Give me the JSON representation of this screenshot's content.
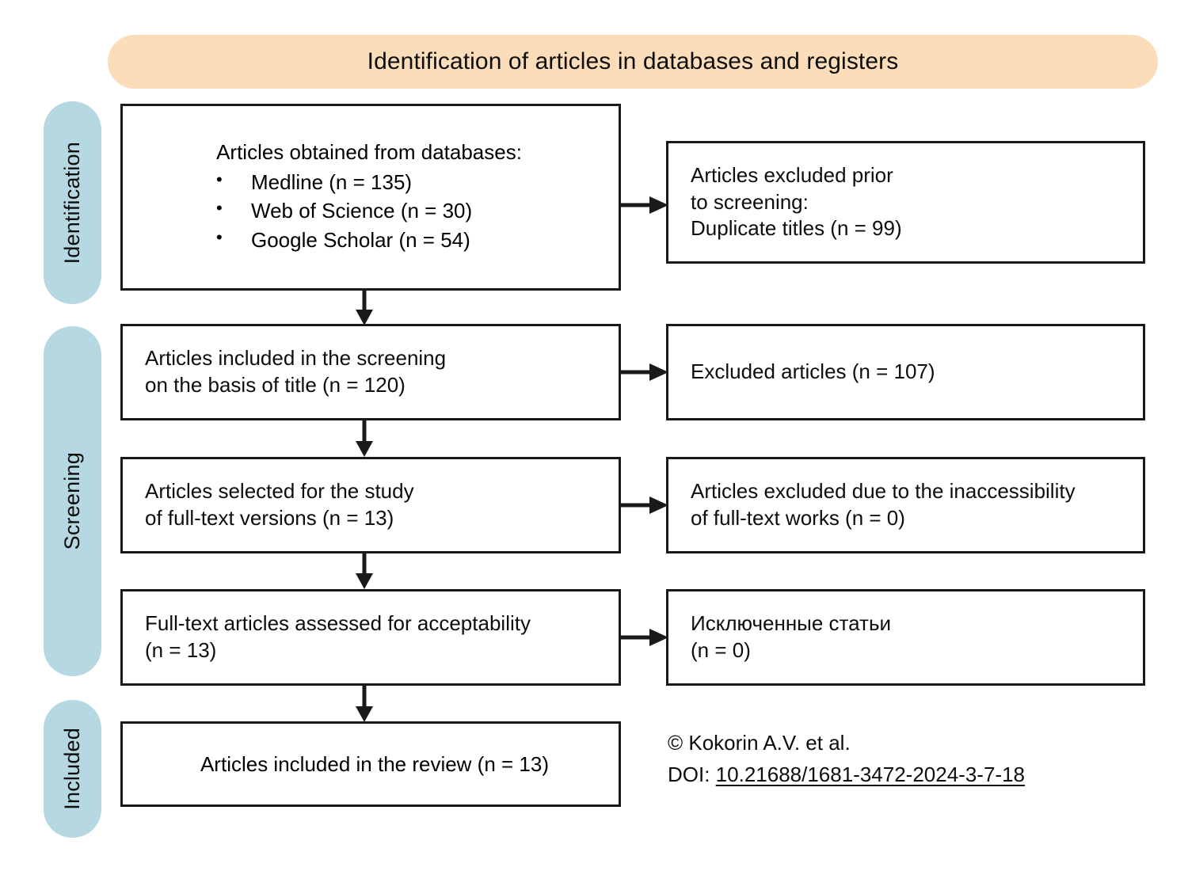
{
  "header": {
    "title": "Identification of articles in databases and registers",
    "bg_color": "#fbddba"
  },
  "rails": {
    "bg_color": "#b5d8e3",
    "items": [
      {
        "label": "Identification"
      },
      {
        "label": "Screening"
      },
      {
        "label": "Included"
      }
    ]
  },
  "flow": {
    "identification": {
      "heading": "Articles obtained from databases:",
      "sources": [
        "Medline (n = 135)",
        "Web of Science (n = 30)",
        "Google Scholar (n = 54)"
      ]
    },
    "screening_title": "Articles included in the screening\non the basis of title (n = 120)",
    "screening_title_line1": "Articles included in the screening",
    "screening_title_line2": "on the basis of title (n = 120)",
    "fulltext_selected_line1": "Articles selected for the study",
    "fulltext_selected_line2": "of full-text versions (n = 13)",
    "fulltext_assessed_line1": "Full-text articles assessed for acceptability",
    "fulltext_assessed_line2": "(n = 13)",
    "included": "Articles included in the review (n = 13)"
  },
  "exclusions": {
    "prior_line1": "Articles excluded prior",
    "prior_line2": "to screening:",
    "prior_line3": "Duplicate titles (n = 99)",
    "by_title": "Excluded articles (n = 107)",
    "fulltext_line1": "Articles excluded due to the inaccessibility",
    "fulltext_line2": "of full-text works (n = 0)",
    "assessed_line1": "Исключенные статьи",
    "assessed_line2": "(n = 0)"
  },
  "credit": {
    "copyright": "© Kokorin A.V. et al.",
    "doi_label": "DOI: ",
    "doi_value": "10.21688/1681-3472-2024-3-7-18"
  }
}
